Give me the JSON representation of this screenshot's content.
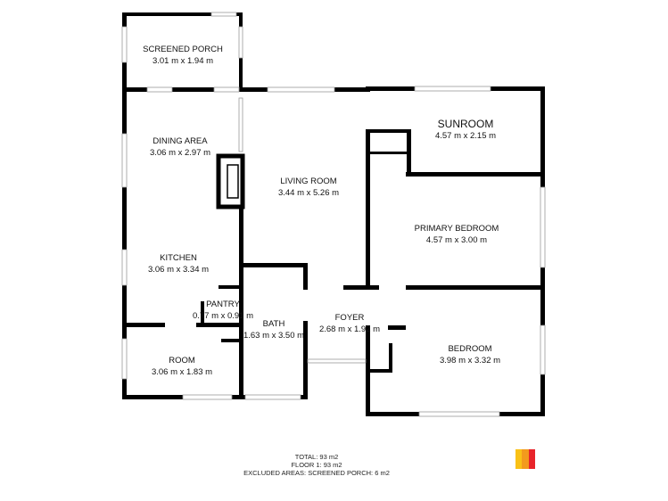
{
  "rooms": [
    {
      "name": "SCREENED PORCH",
      "size": "3.01 m x 1.94 m"
    },
    {
      "name": "DINING AREA",
      "size": "3.06 m x 2.97 m"
    },
    {
      "name": "LIVING ROOM",
      "size": "3.44 m x 5.26 m"
    },
    {
      "name": "SUNROOM",
      "size": "4.57 m x 2.15 m"
    },
    {
      "name": "PRIMARY BEDROOM",
      "size": "4.57 m x 3.00 m"
    },
    {
      "name": "KITCHEN",
      "size": "3.06 m x 3.34 m"
    },
    {
      "name": "PANTRY",
      "size": "0.77 m x 0.91 m"
    },
    {
      "name": "BATH",
      "size": "1.63 m x 3.50 m"
    },
    {
      "name": "FOYER",
      "size": "2.68 m x 1.92 m"
    },
    {
      "name": "ROOM",
      "size": "3.06 m x 1.83 m"
    },
    {
      "name": "BEDROOM",
      "size": "3.98 m x 3.32 m"
    }
  ],
  "summary": {
    "total": "TOTAL: 93 m2",
    "floor": "FLOOR 1: 93 m2",
    "excluded": "EXCLUDED AREAS: SCREENED PORCH: 6 m2"
  },
  "colors": {
    "wall": "#000000",
    "logo": [
      "#f9c116",
      "#f39a1d",
      "#e8242a"
    ]
  }
}
